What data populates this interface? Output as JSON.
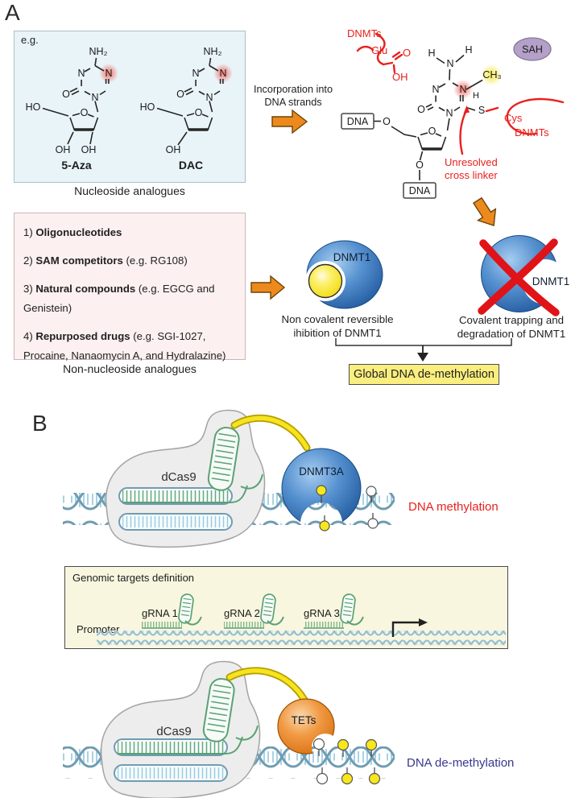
{
  "figure": {
    "panelA": {
      "label": "A",
      "nucleoside": {
        "eg": "e.g.",
        "compound1": "5-Aza",
        "compound2": "DAC",
        "caption": "Nucleoside analogues"
      },
      "incorporation_l1": "Incorporation into",
      "incorporation_l2": "DNA strands",
      "chem": {
        "nh2": "NH₂",
        "n": "N",
        "o": "O",
        "ho": "HO",
        "oh": "OH",
        "h": "H",
        "ch3": "CH₃",
        "s": "S",
        "dna": "DNA",
        "dnmts": "DNMTs",
        "glu": "Glu",
        "cys": "Cys",
        "sah": "SAH",
        "unres1": "Unresolved",
        "unres2": "cross linker"
      },
      "nonnucleoside": {
        "items": [
          {
            "num": "1) ",
            "bold": "Oligonucleotides",
            "rest": ""
          },
          {
            "num": "2) ",
            "bold": "SAM competitors",
            "rest": " (e.g. RG108)"
          },
          {
            "num": "3) ",
            "bold": "Natural compounds",
            "rest": " (e.g. EGCG and Genistein)"
          },
          {
            "num": "4) ",
            "bold": "Repurposed drugs",
            "rest": " (e.g. SGI-1027, Procaine, Nanaomycin A, and Hydralazine)"
          }
        ],
        "caption": "Non-nucleoside analogues"
      },
      "noncovalent": {
        "protein": "DNMT1",
        "cap1": "Non covalent reversible",
        "cap2": "ihibition of DNMT1"
      },
      "covalent": {
        "protein": "DNMT1",
        "cap1": "Covalent trapping and",
        "cap2": "degradation of DNMT1"
      },
      "outcome": "Global DNA de-methylation"
    },
    "panelB": {
      "label": "B",
      "meth": {
        "dcas9": "dCas9",
        "effector": "DNMT3A",
        "result": "DNA methylation"
      },
      "targets_box": {
        "title": "Genomic targets definition",
        "promoter": "Promoter",
        "g1": "gRNA 1",
        "g2": "gRNA 2",
        "g3": "gRNA 3"
      },
      "demeth": {
        "dcas9": "dCas9",
        "effector": "TETs",
        "result": "DNA de-methylation"
      }
    },
    "colors": {
      "red": "#e8211d",
      "orange_arrow": "#ec8a1e",
      "blue_box_bg": "#e9f4f9",
      "pink_box_bg": "#fcf0f0",
      "cream_box_bg": "#f8f6df",
      "yellow_box_bg": "#f9ee7e",
      "protein_blue": "#4a86c8",
      "sah_purple": "#b4a0c8",
      "grna_green": "#5ba173",
      "helix_blue": "#6f9cb2",
      "linker_yellow": "#f6e41d",
      "tets_orange": "#f09a44",
      "demethylation_text": "#37378f"
    }
  }
}
